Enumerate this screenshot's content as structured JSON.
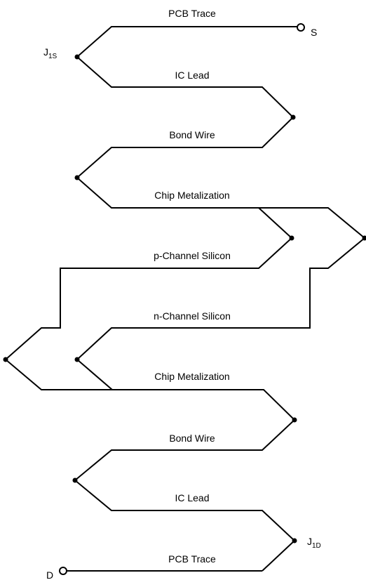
{
  "labels": {
    "pcb_trace_top": "PCB Trace",
    "ic_lead_top": "IC Lead",
    "bond_wire_top": "Bond Wire",
    "chip_metal_top": "Chip Metalization",
    "p_channel": "p-Channel Silicon",
    "n_channel": "n-Channel Silicon",
    "chip_metal_bottom": "Chip Metalization",
    "bond_wire_bottom": "Bond Wire",
    "ic_lead_bottom": "IC Lead",
    "pcb_trace_bottom": "PCB Trace"
  },
  "terminals": {
    "source": "S",
    "drain": "D"
  },
  "junctions": {
    "j1s_base": "J",
    "j1s_sub": "1S",
    "j1d_base": "J",
    "j1d_sub": "1D"
  }
}
